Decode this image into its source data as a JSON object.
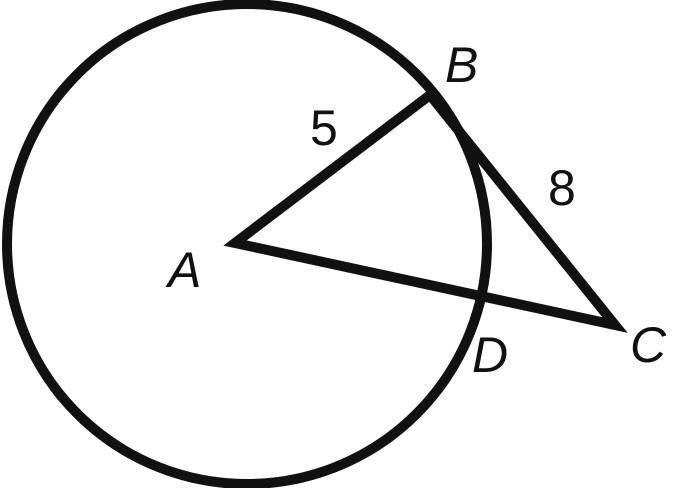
{
  "diagram": {
    "points": {
      "A": "A",
      "B": "B",
      "C": "C",
      "D": "D"
    },
    "lengths": {
      "AB": "5",
      "BC": "8"
    },
    "colors": {
      "stroke": "#111111",
      "background": "#ffffff"
    }
  }
}
